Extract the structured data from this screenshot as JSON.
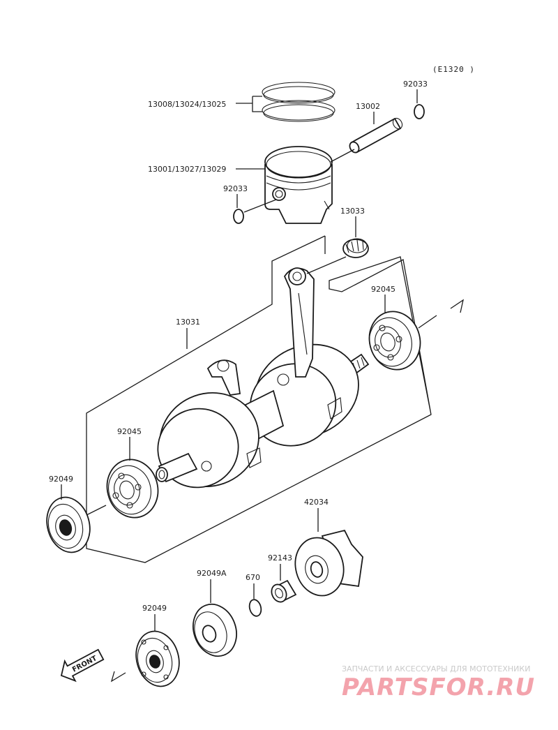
{
  "diagram_code": "(E1320 )",
  "parts": {
    "piston_rings": "13008/13024/13025",
    "piston": "13001/13027/13029",
    "piston_pin": "13002",
    "circlip_top": "92033",
    "circlip_left": "92033",
    "needle_bearing": "13033",
    "crankshaft": "13031",
    "bearing_right": "92045",
    "bearing_left": "92045",
    "oil_seal_left": "92049",
    "oil_seal_bottom": "92049",
    "collar": "92049A",
    "o_ring": "670",
    "bushing": "92143",
    "impeller": "42034"
  },
  "front_label": "FRONT",
  "watermark": {
    "subtitle": "ЗАПЧАСТИ И АКСЕССУАРЫ ДЛЯ МОТОТЕХНИКИ",
    "brand": "PARTSFOR.RU"
  },
  "colors": {
    "line": "#1a1a1a",
    "watermark_brand": "#f3a3ac",
    "watermark_text": "#c9c9c9"
  }
}
